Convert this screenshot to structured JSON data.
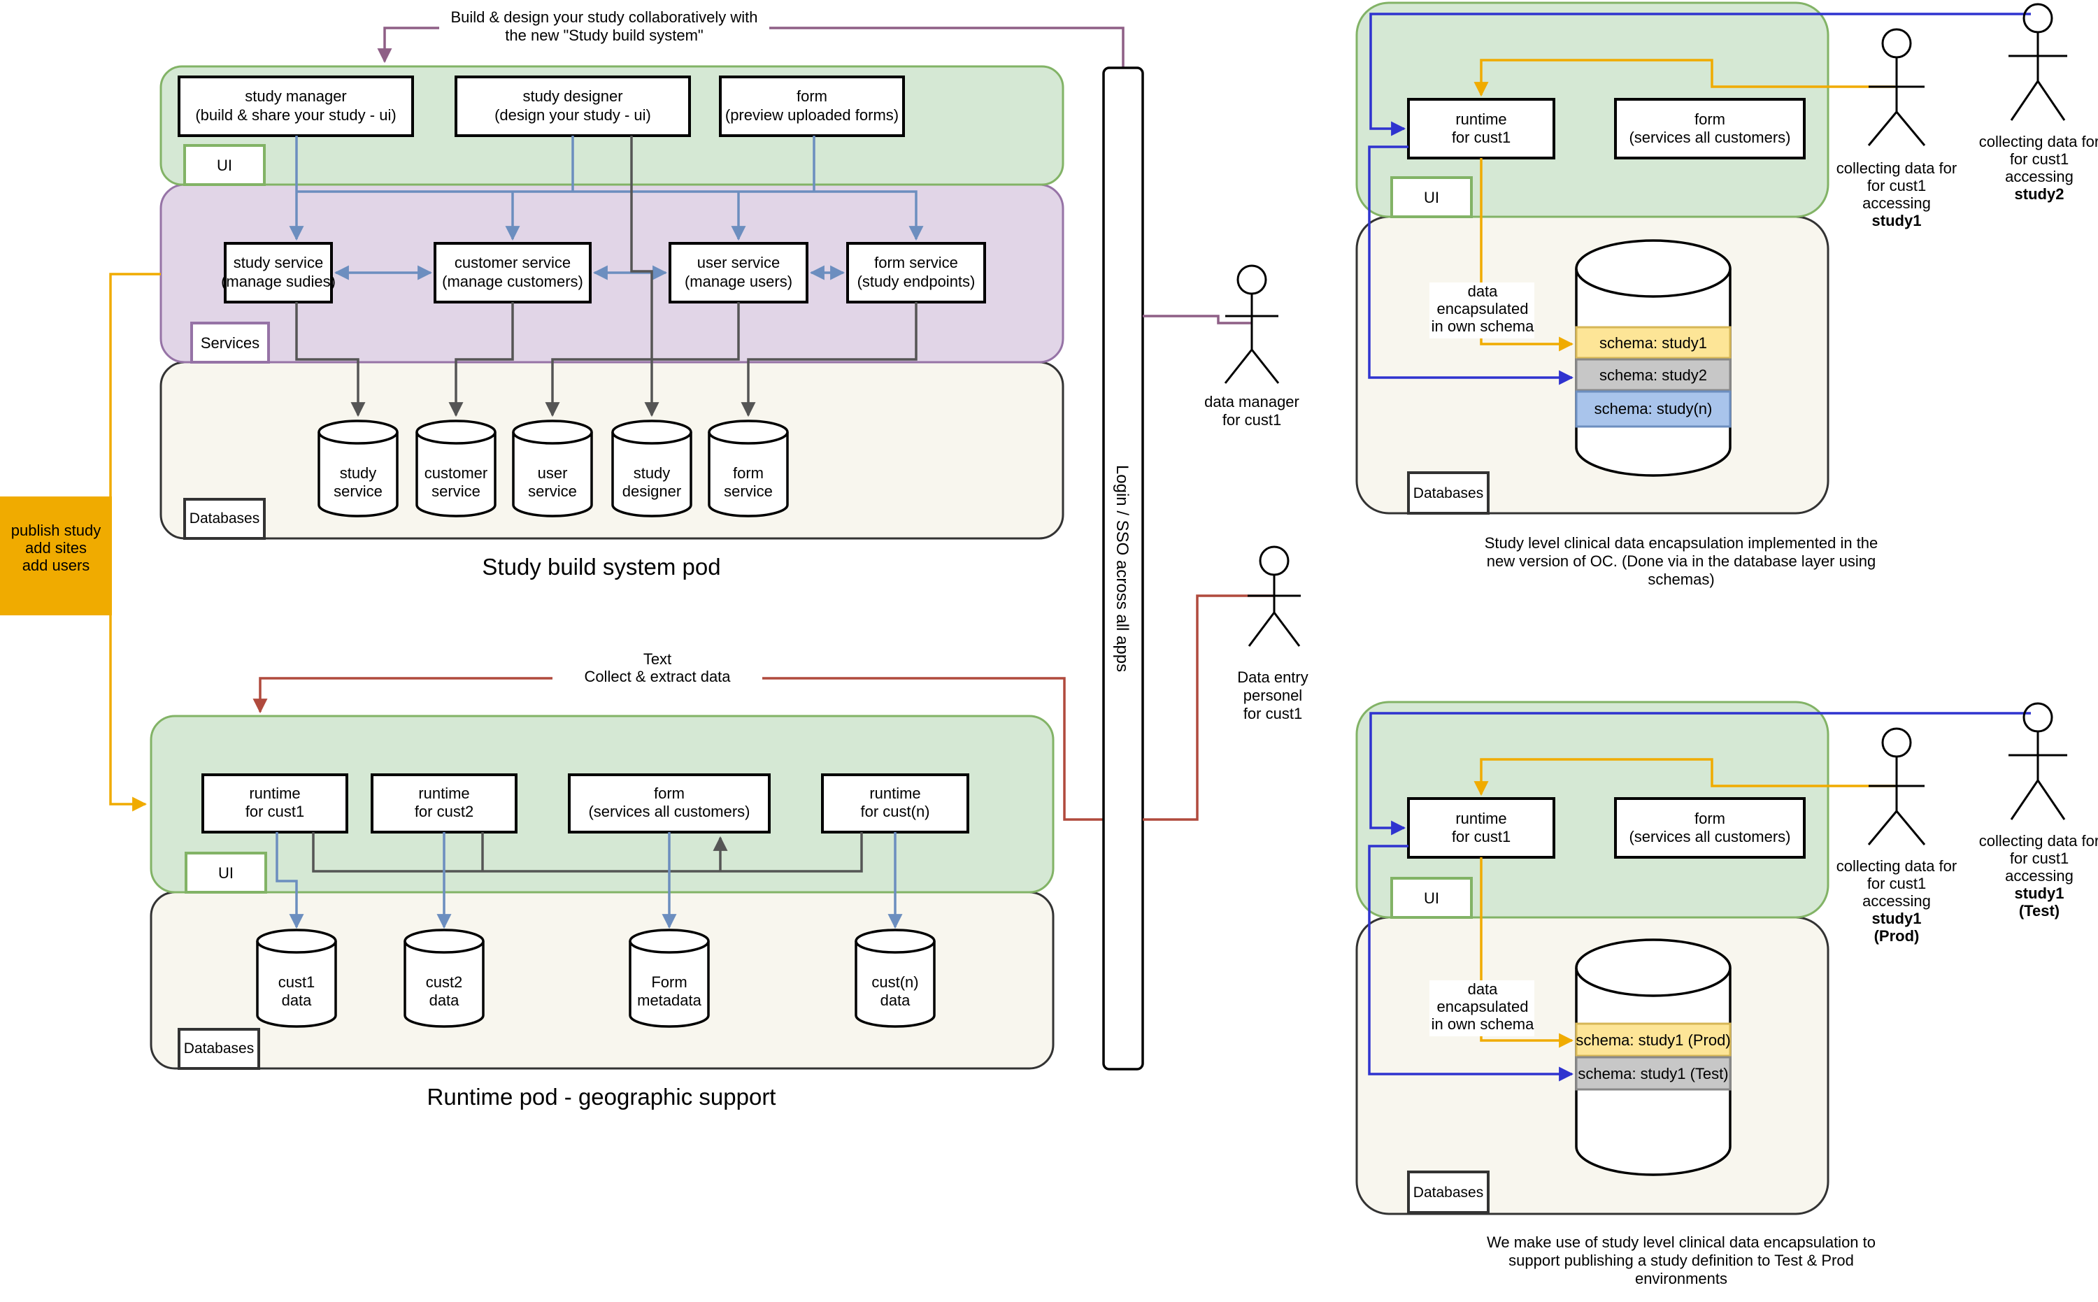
{
  "top_note": {
    "line1": "Build & design your study collaboratively with",
    "line2": "the new \"Study build system\""
  },
  "build_pod": {
    "title": "Study build system pod",
    "ui_tag": "UI",
    "services_tag": "Services",
    "databases_tag": "Databases",
    "ui_boxes": [
      {
        "line1": "study manager",
        "line2": "(build & share your study - ui)"
      },
      {
        "line1": "study designer",
        "line2": "(design your study - ui)"
      },
      {
        "line1": "form",
        "line2": "(preview uploaded forms)"
      }
    ],
    "services": [
      {
        "line1": "study service",
        "line2": "(manage sudies)"
      },
      {
        "line1": "customer service",
        "line2": "(manage customers)"
      },
      {
        "line1": "user service",
        "line2": "(manage users)"
      },
      {
        "line1": "form service",
        "line2": "(study endpoints)"
      }
    ],
    "databases": [
      {
        "line1": "study",
        "line2": "service"
      },
      {
        "line1": "customer",
        "line2": "service"
      },
      {
        "line1": "user",
        "line2": "service"
      },
      {
        "line1": "study",
        "line2": "designer"
      },
      {
        "line1": "form",
        "line2": "service"
      }
    ]
  },
  "side_label": {
    "line1": "publish study",
    "line2": "add sites",
    "line3": "add users"
  },
  "runtime_pod": {
    "title": "Runtime pod - geographic support",
    "note_line1": "Text",
    "note_line2": "Collect & extract data",
    "ui_tag": "UI",
    "databases_tag": "Databases",
    "ui_boxes": [
      {
        "line1": "runtime",
        "line2": "for cust1"
      },
      {
        "line1": "runtime",
        "line2": "for cust2"
      },
      {
        "line1": "form",
        "line2": "(services all customers)"
      },
      {
        "line1": "runtime",
        "line2": "for cust(n)"
      }
    ],
    "databases": [
      {
        "line1": "cust1",
        "line2": "data"
      },
      {
        "line1": "cust2",
        "line2": "data"
      },
      {
        "line1": "Form",
        "line2": "metadata"
      },
      {
        "line1": "cust(n)",
        "line2": "data"
      }
    ]
  },
  "sso_bar": {
    "label": "Login / SSO across all apps"
  },
  "actors": {
    "data_manager": {
      "line1": "data manager",
      "line2": "for cust1"
    },
    "data_entry": {
      "line1": "Data entry",
      "line2": "personel",
      "line3": "for cust1"
    }
  },
  "panel_top": {
    "runtime": {
      "line1": "runtime",
      "line2": "for cust1"
    },
    "form": {
      "line1": "form",
      "line2": "(services all customers)"
    },
    "ui_tag": "UI",
    "databases_tag": "Databases",
    "data_note": {
      "line1": "data",
      "line2": "encapsulated",
      "line3": "in own schema"
    },
    "schemas": [
      "schema: study1",
      "schema: study2",
      "schema: study(n)"
    ],
    "actor1": {
      "line1": "collecting data for",
      "line2": "for cust1",
      "line3": "accessing",
      "line4": "study1"
    },
    "actor2": {
      "line1": "collecting data for",
      "line2": "for cust1",
      "line3": "accessing",
      "line4": "study2"
    },
    "caption": {
      "line1": "Study level clinical data encapsulation implemented in the",
      "line2": "new version of OC. (Done via in the database layer using",
      "line3": "schemas)"
    }
  },
  "panel_bottom": {
    "runtime": {
      "line1": "runtime",
      "line2": "for cust1"
    },
    "form": {
      "line1": "form",
      "line2": "(services all customers)"
    },
    "ui_tag": "UI",
    "databases_tag": "Databases",
    "data_note": {
      "line1": "data",
      "line2": "encapsulated",
      "line3": "in own schema"
    },
    "schemas": [
      "schema: study1 (Prod)",
      "schema: study1 (Test)"
    ],
    "actor1": {
      "line1": "collecting data for",
      "line2": "for cust1",
      "line3": "accessing",
      "line4": "study1",
      "line5": "(Prod)"
    },
    "actor2": {
      "line1": "collecting data for",
      "line2": "for cust1",
      "line3": "accessing",
      "line4": "study1",
      "line5": "(Test)"
    },
    "caption": {
      "line1": "We make use of study level clinical data encapsulation to",
      "line2": "support publishing a study definition to Test & Prod",
      "line3": "environments"
    }
  },
  "colors": {
    "ui_zone": "#d5e8d4",
    "ui_stroke": "#82b366",
    "services_zone": "#e1d5e7",
    "services_stroke": "#9673a6",
    "db_zone": "#f8f6ee",
    "arrow_blue": "#6c8ebf",
    "arrow_grey": "#555555",
    "purple_line": "#8e5f86",
    "red_line": "#b04a3d",
    "orange": "#f0ab00",
    "navy": "#2f33cf",
    "schema_yellow": "#fde597",
    "schema_grey": "#c7c7c7",
    "schema_blue": "#a9c4eb"
  }
}
